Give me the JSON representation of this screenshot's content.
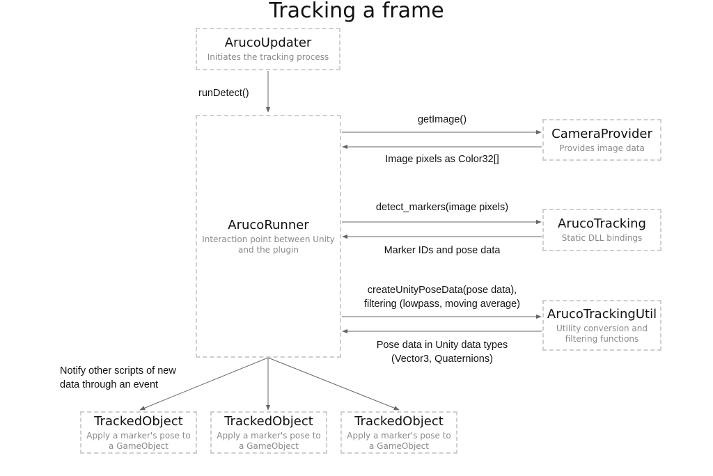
{
  "title": "Tracking a frame",
  "nodes": {
    "aruco_updater": {
      "name": "ArucoUpdater",
      "desc": "Initiates the tracking process"
    },
    "aruco_runner": {
      "name": "ArucoRunner",
      "desc_line1": "Interaction point between Unity",
      "desc_line2": "and the plugin"
    },
    "camera_provider": {
      "name": "CameraProvider",
      "desc": "Provides image data"
    },
    "aruco_tracking": {
      "name": "ArucoTracking",
      "desc": "Static DLL bindings"
    },
    "aruco_tracking_util": {
      "name": "ArucoTrackingUtil",
      "desc_line1": "Utility conversion and",
      "desc_line2": "filtering functions"
    },
    "tracked_objects": [
      {
        "name": "TrackedObject",
        "desc_line1": "Apply a marker's pose to",
        "desc_line2": "a GameObject"
      },
      {
        "name": "TrackedObject",
        "desc_line1": "Apply a marker's pose to",
        "desc_line2": "a GameObject"
      },
      {
        "name": "TrackedObject",
        "desc_line1": "Apply a marker's pose to",
        "desc_line2": "a GameObject"
      }
    ]
  },
  "edges": {
    "run_detect": "runDetect()",
    "get_image": "getImage()",
    "image_pixels": "Image pixels as Color32[]",
    "detect_markers": "detect_markers(image pixels)",
    "marker_ids": "Marker IDs and pose data",
    "create_pose_line1": "createUnityPoseData(pose data),",
    "create_pose_line2": "filtering (lowpass, moving average)",
    "pose_unity_line1": "Pose data in Unity data types",
    "pose_unity_line2": "(Vector3, Quaternions)",
    "notify_line1": "Notify other scripts of new",
    "notify_line2": "data through an event"
  }
}
